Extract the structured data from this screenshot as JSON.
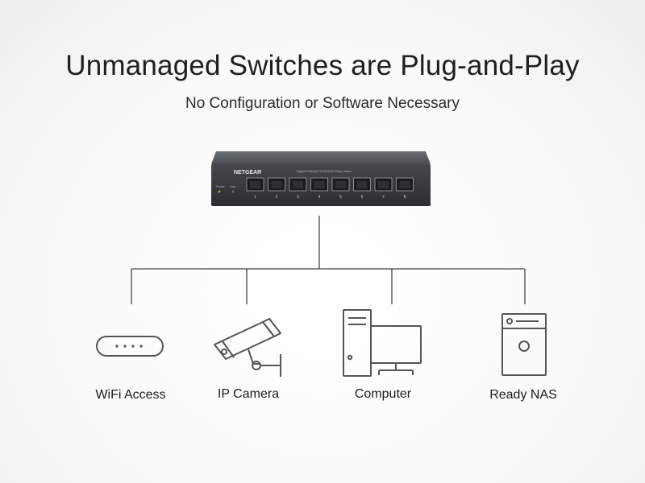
{
  "header": {
    "title": "Unmanaged Switches are Plug-and-Play",
    "subtitle": "No Configuration or Software Necessary"
  },
  "switch": {
    "brand": "NETGEAR",
    "model_text": "Gigabit Ethernet 10/100/1000 Mbps Switch",
    "led_labels": [
      "Power",
      "Link"
    ],
    "port_numbers": [
      "1",
      "2",
      "3",
      "4",
      "5",
      "6",
      "7",
      "8"
    ]
  },
  "devices": [
    {
      "label": "WiFi Access",
      "icon": "wifi-access-point-icon"
    },
    {
      "label": "IP Camera",
      "icon": "ip-camera-icon"
    },
    {
      "label": "Computer",
      "icon": "computer-icon"
    },
    {
      "label": "Ready NAS",
      "icon": "ready-nas-icon"
    }
  ],
  "colors": {
    "line": "#444444",
    "switch_body": "#3a3d41",
    "icon_stroke": "#555555"
  }
}
